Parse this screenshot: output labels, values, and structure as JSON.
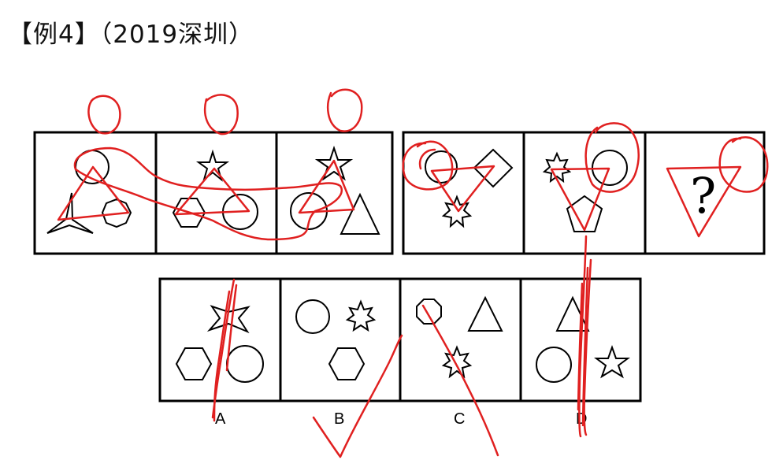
{
  "title": "【例4】（2019深圳）",
  "question_mark": "?",
  "option_labels": [
    "A",
    "B",
    "C",
    "D"
  ]
}
